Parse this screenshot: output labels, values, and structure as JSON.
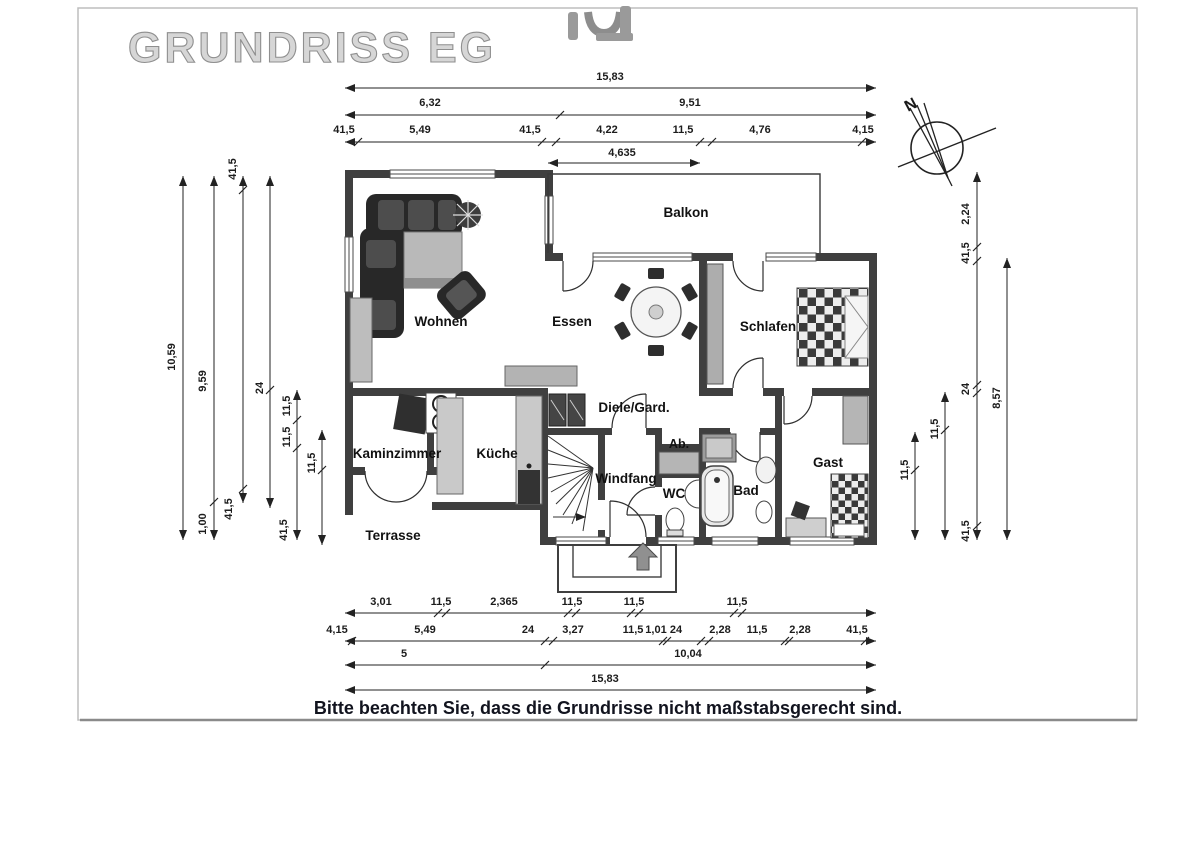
{
  "page": {
    "title": "GRUNDRISS EG",
    "note": "Bitte beachten Sie, dass die Grundrisse nicht maßstabsgerecht sind."
  },
  "compass": {
    "north": "N"
  },
  "rooms": {
    "balkon": "Balkon",
    "wohnen": "Wohnen",
    "essen": "Essen",
    "schlafen": "Schlafen",
    "kaminzimmer": "Kaminzimmer",
    "kueche": "Küche",
    "terrasse": "Terrasse",
    "diele": "Diele/Gard.",
    "abstell": "Ab.",
    "windfang": "Windfang",
    "wc": "WC",
    "bad": "Bad",
    "gast": "Gast"
  },
  "dims": {
    "top1": [
      "15,83"
    ],
    "top2": [
      "6,32",
      "9,51"
    ],
    "top3": [
      "41,5",
      "5,49",
      "41,5",
      "4,22",
      "11,5",
      "4,76",
      "4,15"
    ],
    "top4": [
      "4,635"
    ],
    "bottom1": [
      "3,01",
      "11,5",
      "2,365",
      "11,5",
      "11,5",
      "11,5"
    ],
    "bottom2": [
      "4,15",
      "5,49",
      "24",
      "3,27",
      "11,5",
      "1,01",
      "24",
      "2,28",
      "11,5",
      "2,28",
      "41,5"
    ],
    "bottom3": [
      "5",
      "10,04"
    ],
    "bottom4": [
      "15,83"
    ],
    "left": [
      "10,59",
      "9,59",
      "1,00",
      "41,5",
      "41,5",
      "24",
      "11,5",
      "11,5",
      "41,5",
      "11,5"
    ],
    "right": [
      "2,24",
      "41,5",
      "24",
      "41,5",
      "8,57",
      "11,5",
      "11,5"
    ]
  },
  "colors": {
    "wall": "#3f3f3f",
    "furniture_dark": "#2b2b2b",
    "furniture_gray": "#b5b5b5",
    "note_text": "#12141f",
    "title_gray": "#d6d6d6"
  }
}
